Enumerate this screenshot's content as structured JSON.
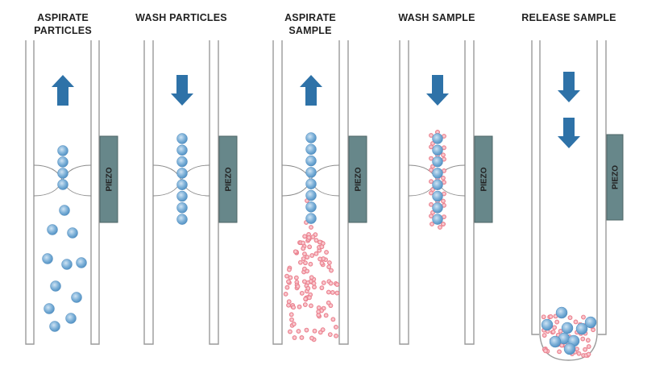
{
  "colors": {
    "arrow": "#2e72a8",
    "piezo_fill": "#67878a",
    "piezo_stroke": "#4d6466",
    "wall": "#9a9a9a",
    "particle": "#6fa8d4",
    "sample_dot": "#f08c98",
    "node_line": "#8a8a8a"
  },
  "steps": [
    {
      "title": "ASPIRATE PARTICLES",
      "arrows": [
        "up"
      ],
      "piezo_label": "PIEZO"
    },
    {
      "title": "WASH PARTICLES",
      "arrows": [
        "down"
      ],
      "piezo_label": "PIEZO"
    },
    {
      "title": "ASPIRATE SAMPLE",
      "arrows": [
        "up"
      ],
      "piezo_label": "PIEZO"
    },
    {
      "title": "WASH SAMPLE",
      "arrows": [
        "down"
      ],
      "piezo_label": "PIEZO"
    },
    {
      "title": "RELEASE SAMPLE",
      "arrows": [
        "down",
        "down"
      ],
      "piezo_label": "PIEZO"
    }
  ]
}
